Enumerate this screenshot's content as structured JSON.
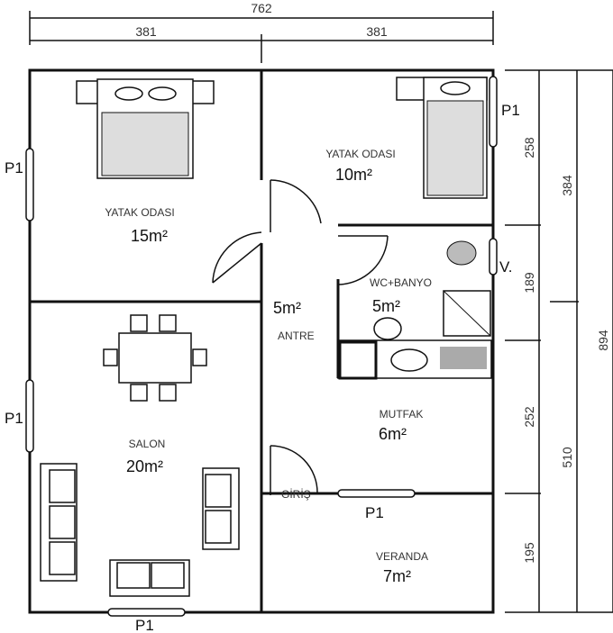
{
  "dimensions": {
    "total_width": "762",
    "half_left": "381",
    "half_right": "381",
    "right_a": [
      "258",
      "189",
      "252",
      "195"
    ],
    "right_b": [
      "384",
      "510"
    ],
    "total_height": "894"
  },
  "rooms": {
    "bedroom1": {
      "name": "YATAK ODASI",
      "area": "15m²"
    },
    "bedroom2": {
      "name": "YATAK ODASI",
      "area": "10m²"
    },
    "entry_hall": {
      "name": "ANTRE",
      "area": "5m²"
    },
    "bathroom": {
      "name": "WC+BANYO",
      "area": "5m²"
    },
    "kitchen": {
      "name": "MUTFAK",
      "area": "6m²"
    },
    "living": {
      "name": "SALON",
      "area": "20m²"
    },
    "veranda": {
      "name": "VERANDA",
      "area": "7m²"
    }
  },
  "labels": {
    "window": "P1",
    "vent": "V.",
    "entrance": "GİRİŞ"
  }
}
